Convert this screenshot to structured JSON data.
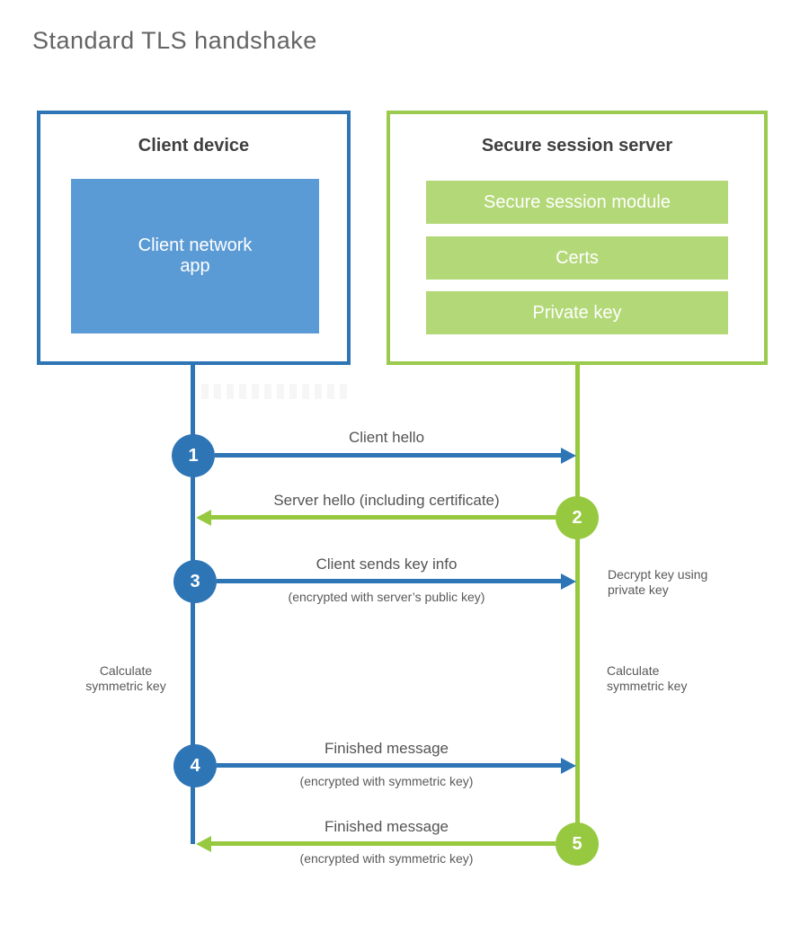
{
  "title": "Standard TLS handshake",
  "client_box": {
    "title": "Client device",
    "app_label": "Client network\napp"
  },
  "server_box": {
    "title": "Secure session server",
    "modules": [
      "Secure session module",
      "Certs",
      "Private key"
    ]
  },
  "messages": [
    {
      "step": "1",
      "label": "Client hello",
      "sublabel": "",
      "from": "client",
      "to": "server"
    },
    {
      "step": "2",
      "label": "Server hello (including certificate)",
      "sublabel": "",
      "from": "server",
      "to": "client"
    },
    {
      "step": "3",
      "label": "Client sends key info",
      "sublabel": "(encrypted with server’s public key)",
      "from": "client",
      "to": "server"
    },
    {
      "step": "4",
      "label": "Finished message",
      "sublabel": "(encrypted with symmetric key)",
      "from": "client",
      "to": "server"
    },
    {
      "step": "5",
      "label": "Finished message",
      "sublabel": "(encrypted with symmetric key)",
      "from": "server",
      "to": "client"
    }
  ],
  "notes": {
    "decrypt_key": "Decrypt key using\nprivate key",
    "calc_left": "Calculate\nsymmetric key",
    "calc_right": "Calculate\nsymmetric key"
  },
  "colors": {
    "client_blue": "#2e75b6",
    "client_fill_blue": "#5b9bd5",
    "server_green": "#97c940",
    "server_fill_green": "#b3d878"
  }
}
